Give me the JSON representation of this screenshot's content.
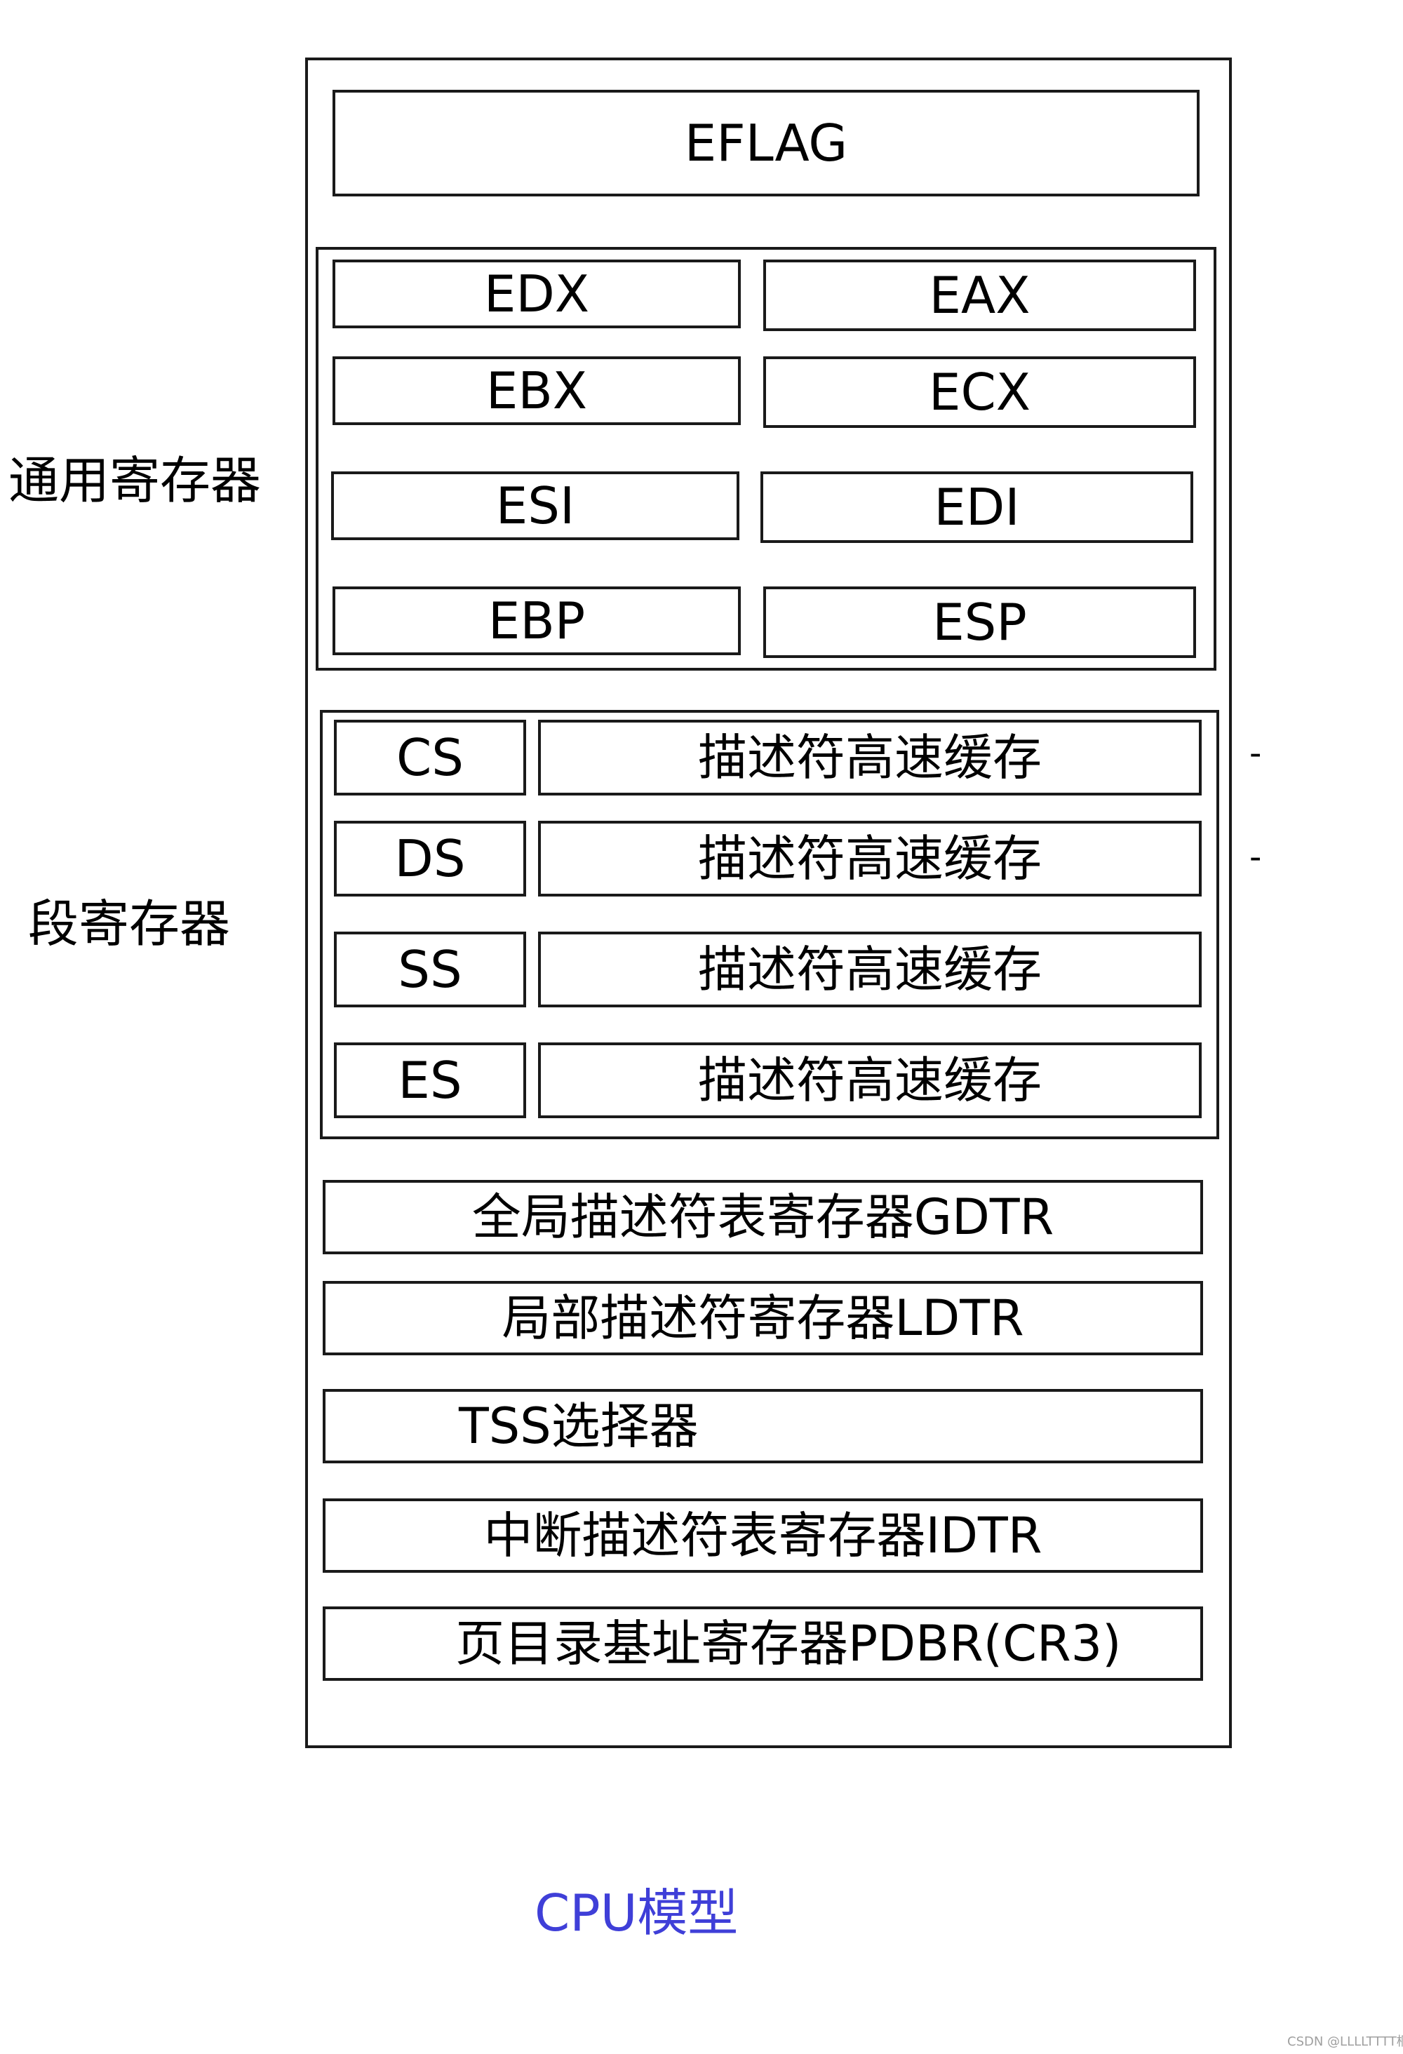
{
  "eflag": "EFLAG",
  "general_registers": {
    "label": "通用寄存器",
    "items": [
      "EDX",
      "EAX",
      "EBX",
      "ECX",
      "ESI",
      "EDI",
      "EBP",
      "ESP"
    ]
  },
  "segment_registers": {
    "label": "段寄存器",
    "rows": [
      {
        "name": "CS",
        "cache": "描述符高速缓存"
      },
      {
        "name": "DS",
        "cache": "描述符高速缓存"
      },
      {
        "name": "SS",
        "cache": "描述符高速缓存"
      },
      {
        "name": "ES",
        "cache": "描述符高速缓存"
      }
    ],
    "markers": [
      "-",
      "-"
    ]
  },
  "system_registers": [
    "全局描述符表寄存器GDTR",
    "局部描述符寄存器LDTR",
    "TSS选择器",
    "中断描述符表寄存器IDTR",
    "页目录基址寄存器PDBR(CR3)"
  ],
  "caption": "CPU模型",
  "watermark": "CSDN @LLLLTTTT桐"
}
